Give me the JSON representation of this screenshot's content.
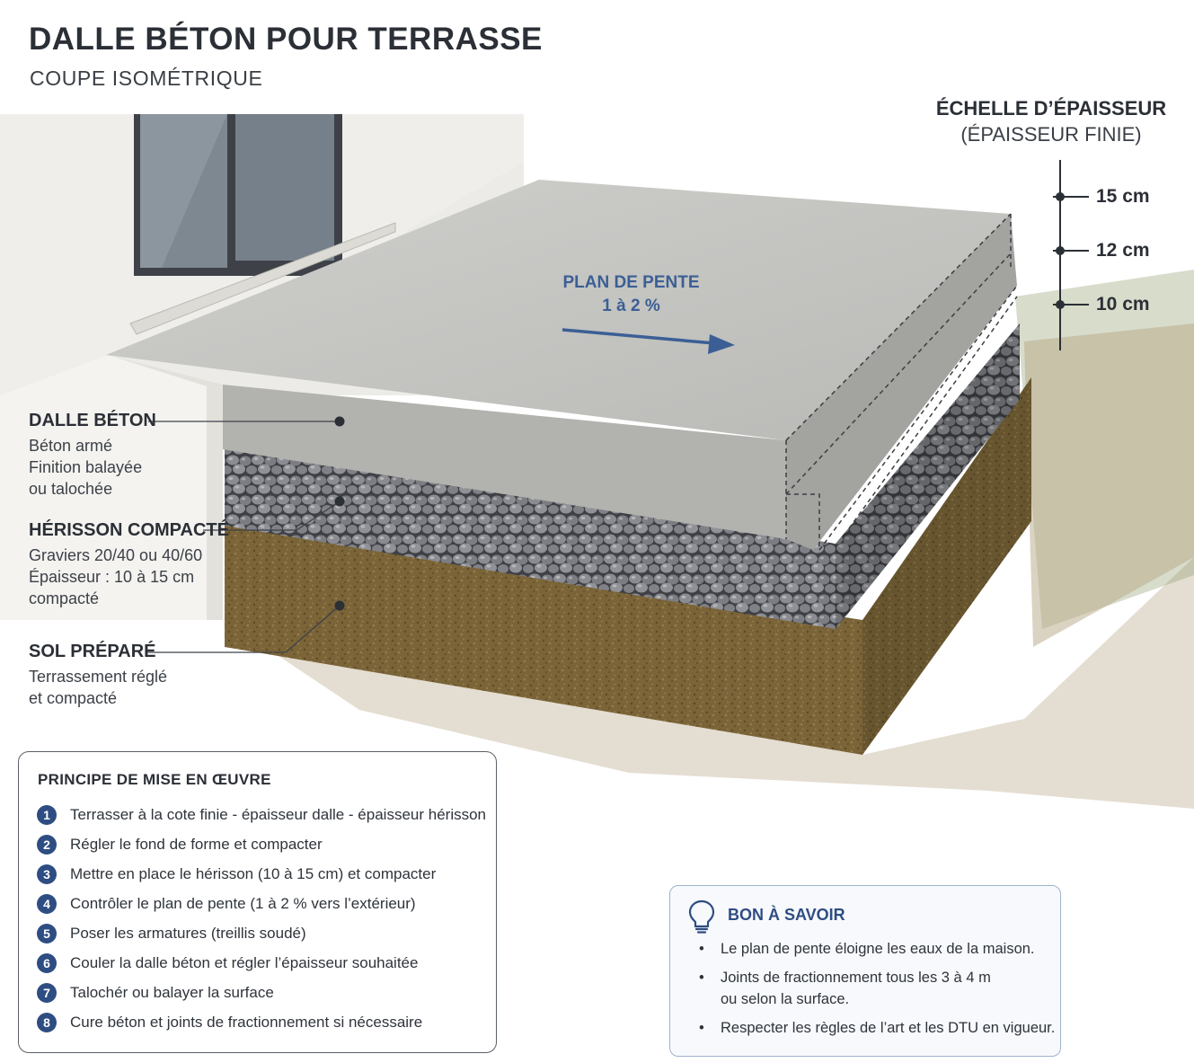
{
  "header": {
    "title": "DALLE BÉTON POUR TERRASSE",
    "subtitle": "COUPE ISOMÉTRIQUE"
  },
  "scale": {
    "title": "ÉCHELLE D’ÉPAISSEUR",
    "subtitle": "(ÉPAISSEUR FINIE)",
    "ticks": [
      "15 cm",
      "12 cm",
      "10 cm"
    ]
  },
  "slope": {
    "line1": "PLAN DE PENTE",
    "line2": "1 à 2 %"
  },
  "layers": [
    {
      "title": "DALLE BÉTON",
      "lines": [
        "Béton armé",
        "Finition balayée",
        "ou talochée"
      ]
    },
    {
      "title": "HÉRISSON COMPACTÉ",
      "lines": [
        "Graviers 20/40 ou 40/60",
        "Épaisseur : 10 à 15 cm",
        "compacté"
      ]
    },
    {
      "title": "SOL PRÉPARÉ",
      "lines": [
        "Terrassement réglé",
        "et compacté"
      ]
    }
  ],
  "steps_panel": {
    "title": "PRINCIPE DE MISE EN ŒUVRE",
    "steps": [
      {
        "num": "1",
        "text": "Terrasser à la cote finie - épaisseur dalle - épaisseur hérisson"
      },
      {
        "num": "2",
        "text": "Régler le fond de forme et compacter"
      },
      {
        "num": "3",
        "text": "Mettre en place le hérisson (10 à 15 cm) et compacter"
      },
      {
        "num": "4",
        "text": "Contrôler le plan de pente (1 à 2 % vers l’extérieur)"
      },
      {
        "num": "5",
        "text": "Poser les armatures (treillis soudé)"
      },
      {
        "num": "6",
        "text": "Couler la dalle béton et régler l’épaisseur souhaitée"
      },
      {
        "num": "7",
        "text": "Talochér ou balayer la surface"
      },
      {
        "num": "8",
        "text": "Cure béton et joints de fractionnement si nécessaire"
      }
    ]
  },
  "tip_panel": {
    "title": "BON À SAVOIR",
    "icon": "lightbulb-icon",
    "bullet": "•",
    "items": [
      {
        "lines": [
          "Le plan de pente éloigne les eaux de la maison."
        ]
      },
      {
        "lines": [
          "Joints de fractionnement tous les 3 à 4 m",
          "ou selon la surface."
        ]
      },
      {
        "lines": [
          "Respecter les règles de l’art et les DTU en vigueur."
        ]
      }
    ]
  },
  "colors": {
    "accent": "#2e4d82",
    "slope_arrow": "#3b5f95",
    "concrete": "#c9c9c6",
    "gravel": "#6f7176",
    "soil": "#7a6438",
    "wall": "#ecebe7"
  }
}
